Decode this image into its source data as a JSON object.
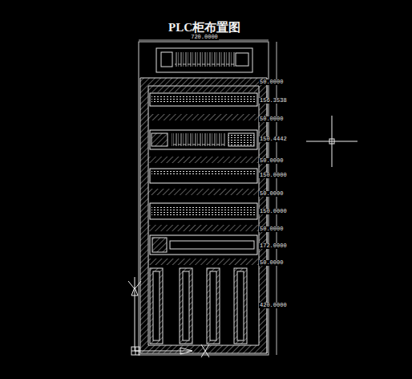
{
  "diagram": {
    "title": "PLC柜布置图",
    "labels": [
      "720.0000",
      "50.0000",
      "156.3538",
      "50.0000",
      "150.4442",
      "50.0000",
      "150.0000",
      "50.0000",
      "150.0000",
      "50.0000",
      "172.0000",
      "50.0000",
      "420.0000"
    ]
  }
}
